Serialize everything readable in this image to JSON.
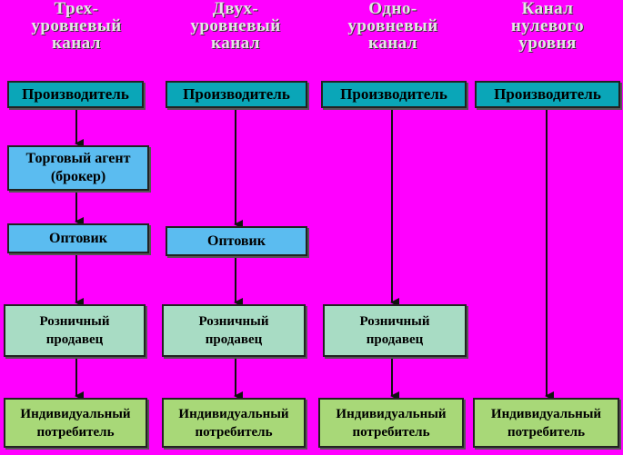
{
  "columns": [
    {
      "title": "Трех-\nуровневый\nканал",
      "boxes": [
        {
          "role": "producer",
          "label": "Производитель"
        },
        {
          "role": "agent",
          "label": "Торговый агент\n(брокер)"
        },
        {
          "role": "wholesale",
          "label": "Оптовик"
        },
        {
          "role": "retail",
          "label": "Розничный\nпродавец"
        },
        {
          "role": "consumer",
          "label": "Индивидуальный\nпотребитель"
        }
      ]
    },
    {
      "title": "Двух-\nуровневый\nканал",
      "boxes": [
        {
          "role": "producer",
          "label": "Производитель"
        },
        {
          "role": "wholesale",
          "label": "Оптовик"
        },
        {
          "role": "retail",
          "label": "Розничный\nпродавец"
        },
        {
          "role": "consumer",
          "label": "Индивидуальный\nпотребитель"
        }
      ]
    },
    {
      "title": "Одно-\nуровневый\nканал",
      "boxes": [
        {
          "role": "producer",
          "label": "Производитель"
        },
        {
          "role": "retail",
          "label": "Розничный\nпродавец"
        },
        {
          "role": "consumer",
          "label": "Индивидуальный\nпотребитель"
        }
      ]
    },
    {
      "title": "Канал\nнулевого\nуровня",
      "boxes": [
        {
          "role": "producer",
          "label": "Производитель"
        },
        {
          "role": "consumer",
          "label": "Индивидуальный\nпотребитель"
        }
      ]
    }
  ],
  "colors": {
    "background": "#ff00ff",
    "producer": "#0aa6b8",
    "agent": "#5bbcf0",
    "wholesale": "#5bbcf0",
    "retail": "#a8dcc4",
    "consumer": "#a8d878",
    "title": "#e6e6e6"
  }
}
